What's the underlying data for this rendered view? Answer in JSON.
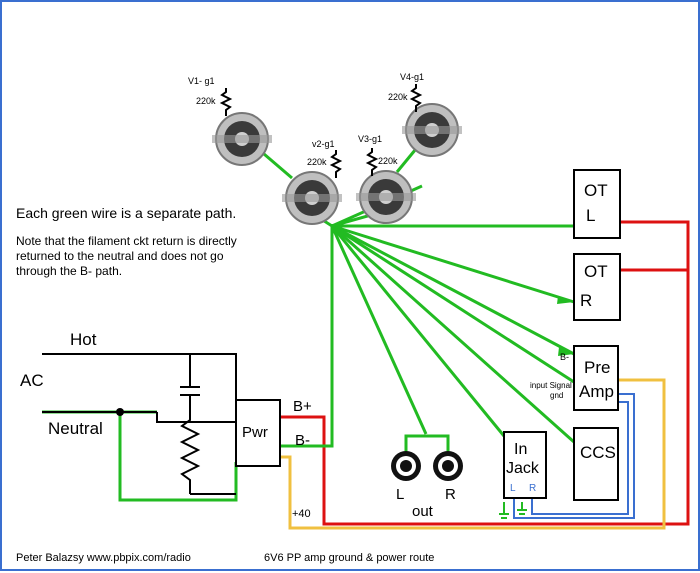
{
  "notes": {
    "line1": "Each green wire is a separate path.",
    "line2": "Note that the filament ckt return is directly",
    "line3": "returned to the neutral and does not  go",
    "line4": "through the B- path."
  },
  "tubes": {
    "v1": {
      "label": "V1- g1",
      "resistor": "220k"
    },
    "v2": {
      "label": "v2-g1",
      "resistor": "220k"
    },
    "v3": {
      "label": "V3-g1",
      "resistor": "220k"
    },
    "v4": {
      "label": "V4-g1",
      "resistor": "220k"
    }
  },
  "power": {
    "hot": "Hot",
    "ac": "AC",
    "neutral": "Neutral",
    "pwr": "Pwr",
    "bplus": "B+",
    "bminus": "B-",
    "plus40": "+40"
  },
  "boxes": {
    "otl_line1": "OT",
    "otl_line2": "L",
    "otr_line1": "OT",
    "otr_line2": "R",
    "preamp_line1": "Pre",
    "preamp_line2": "Amp",
    "preamp_bminus": "B-",
    "preamp_input1": "input Signal",
    "preamp_input2": "gnd",
    "ccs": "CCS",
    "injack_line1": "In",
    "injack_line2": "Jack",
    "injack_l": "L",
    "injack_r": "R"
  },
  "output": {
    "left": "L",
    "right": "R",
    "label": "out"
  },
  "footer": {
    "author": "Peter Balazsy www.pbpix.com/radio",
    "title": "6V6 PP amp ground & power route"
  },
  "colors": {
    "ground_wire": "#22bb22",
    "bplus_wire": "#dd1111",
    "plus40_wire": "#f0c040",
    "jack_wire": "#3a6fd0"
  }
}
